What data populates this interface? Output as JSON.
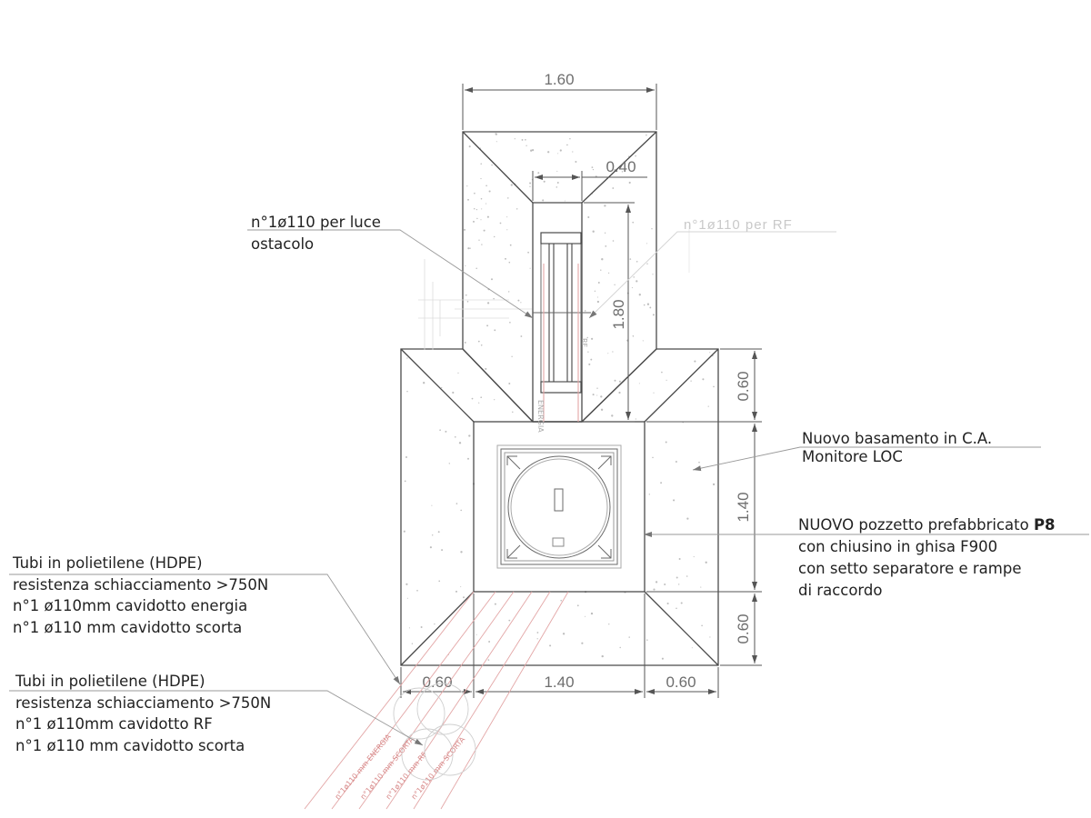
{
  "dimensions": {
    "top_width": "1.60",
    "neck_width": "0.40",
    "neck_height": "1.80",
    "right_top": "0.60",
    "right_mid": "1.40",
    "right_bottom": "0.60",
    "bottom_left": "0.60",
    "bottom_mid": "1.40",
    "bottom_right": "0.60"
  },
  "labels": {
    "luce_ostacolo": [
      "n°1ø110 per luce",
      "ostacolo"
    ],
    "rf_faint": "n°1ø110 per RF",
    "basamento": [
      "Nuovo basamento in C.A.",
      "Monitore LOC"
    ],
    "pozzetto": {
      "line1_prefix": "NUOVO pozzetto prefabbricato ",
      "line1_bold": "P8",
      "line2": "con chiusino in ghisa F900",
      "line3": "con setto separatore e rampe",
      "line4": "di raccordo"
    },
    "tubi_energia": [
      "Tubi in polietilene (HDPE)",
      "resistenza schiacciamento >750N",
      "n°1 ø110mm cavidotto energia",
      "n°1 ø110 mm cavidotto scorta"
    ],
    "tubi_rf": [
      "Tubi in polietilene (HDPE)",
      "resistenza schiacciamento >750N",
      "n°1 ø110mm cavidotto RF",
      "n°1 ø110 mm cavidotto scorta"
    ]
  },
  "pipe_tags": {
    "energia": "ENERGIA",
    "scorta": "SCORTA",
    "rf": "RF",
    "pipe_a": "n°1ø110 mm ENERGIA",
    "pipe_b": "n°1ø110 mm SCORTA",
    "pipe_c": "n°1ø110 mm RF",
    "pipe_d": "n°1ø110 mm SCORTA"
  },
  "colors": {
    "outline": "#4a4a4a",
    "dimension": "#6e6e6e",
    "leader": "#9a9a9a",
    "pipe": "#e3a6a6",
    "text": "#222222"
  }
}
